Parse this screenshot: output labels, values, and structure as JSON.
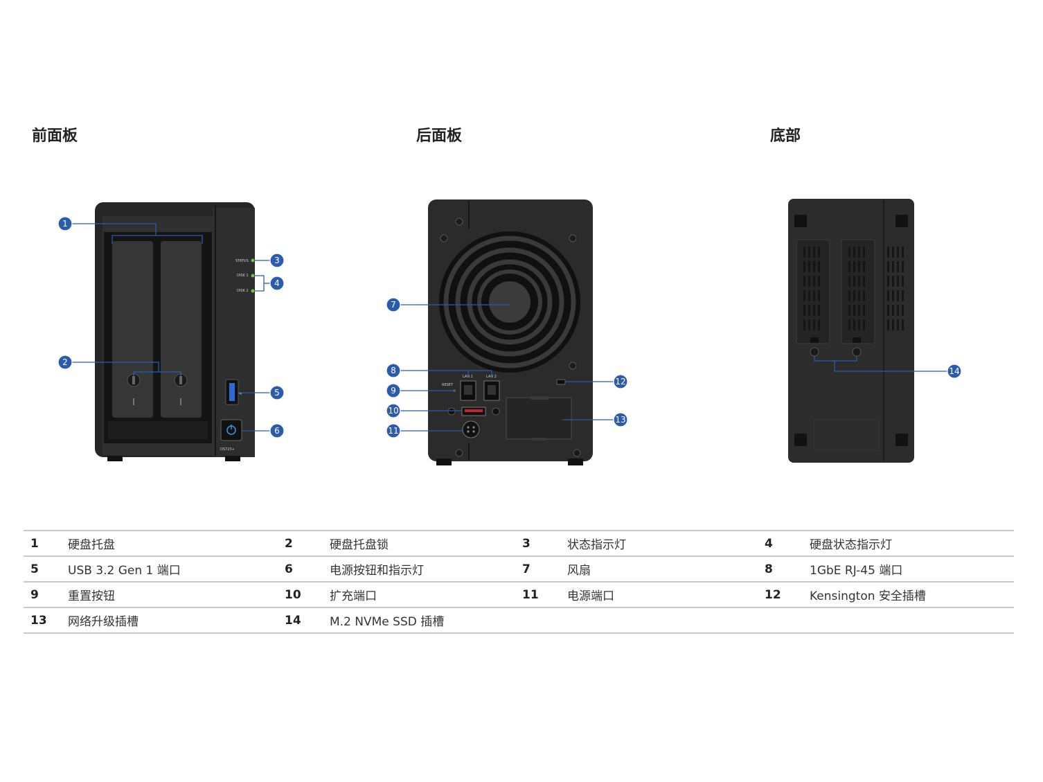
{
  "sections": {
    "front": "前面板",
    "rear": "后面板",
    "bottom": "底部"
  },
  "device": {
    "model": "DS723+",
    "status_label": "STATUS",
    "disk1_label": "DISK 1",
    "disk2_label": "DISK 2",
    "reset_label": "RESET",
    "lan1_label": "LAN 1",
    "lan2_label": "LAN 2"
  },
  "callouts": [
    "1",
    "2",
    "3",
    "4",
    "5",
    "6",
    "7",
    "8",
    "9",
    "10",
    "11",
    "12",
    "13",
    "14"
  ],
  "legend": [
    [
      {
        "num": "1",
        "label": "硬盘托盘"
      },
      {
        "num": "2",
        "label": "硬盘托盘锁"
      },
      {
        "num": "3",
        "label": "状态指示灯"
      },
      {
        "num": "4",
        "label": "硬盘状态指示灯"
      }
    ],
    [
      {
        "num": "5",
        "label": "USB 3.2 Gen 1 端口"
      },
      {
        "num": "6",
        "label": "电源按钮和指示灯"
      },
      {
        "num": "7",
        "label": "风扇"
      },
      {
        "num": "8",
        "label": "1GbE RJ-45 端口"
      }
    ],
    [
      {
        "num": "9",
        "label": "重置按钮"
      },
      {
        "num": "10",
        "label": "扩充端口"
      },
      {
        "num": "11",
        "label": "电源端口"
      },
      {
        "num": "12",
        "label": "Kensington 安全插槽"
      }
    ],
    [
      {
        "num": "13",
        "label": "网络升级插槽"
      },
      {
        "num": "14",
        "label": "M.2 NVMe SSD 插槽"
      },
      {
        "num": "",
        "label": ""
      },
      {
        "num": "",
        "label": ""
      }
    ]
  ],
  "colors": {
    "callout": "#2b5cab",
    "led": "#7cc242",
    "chassis": "#2a2a2a",
    "leader": "#2b5cab"
  }
}
